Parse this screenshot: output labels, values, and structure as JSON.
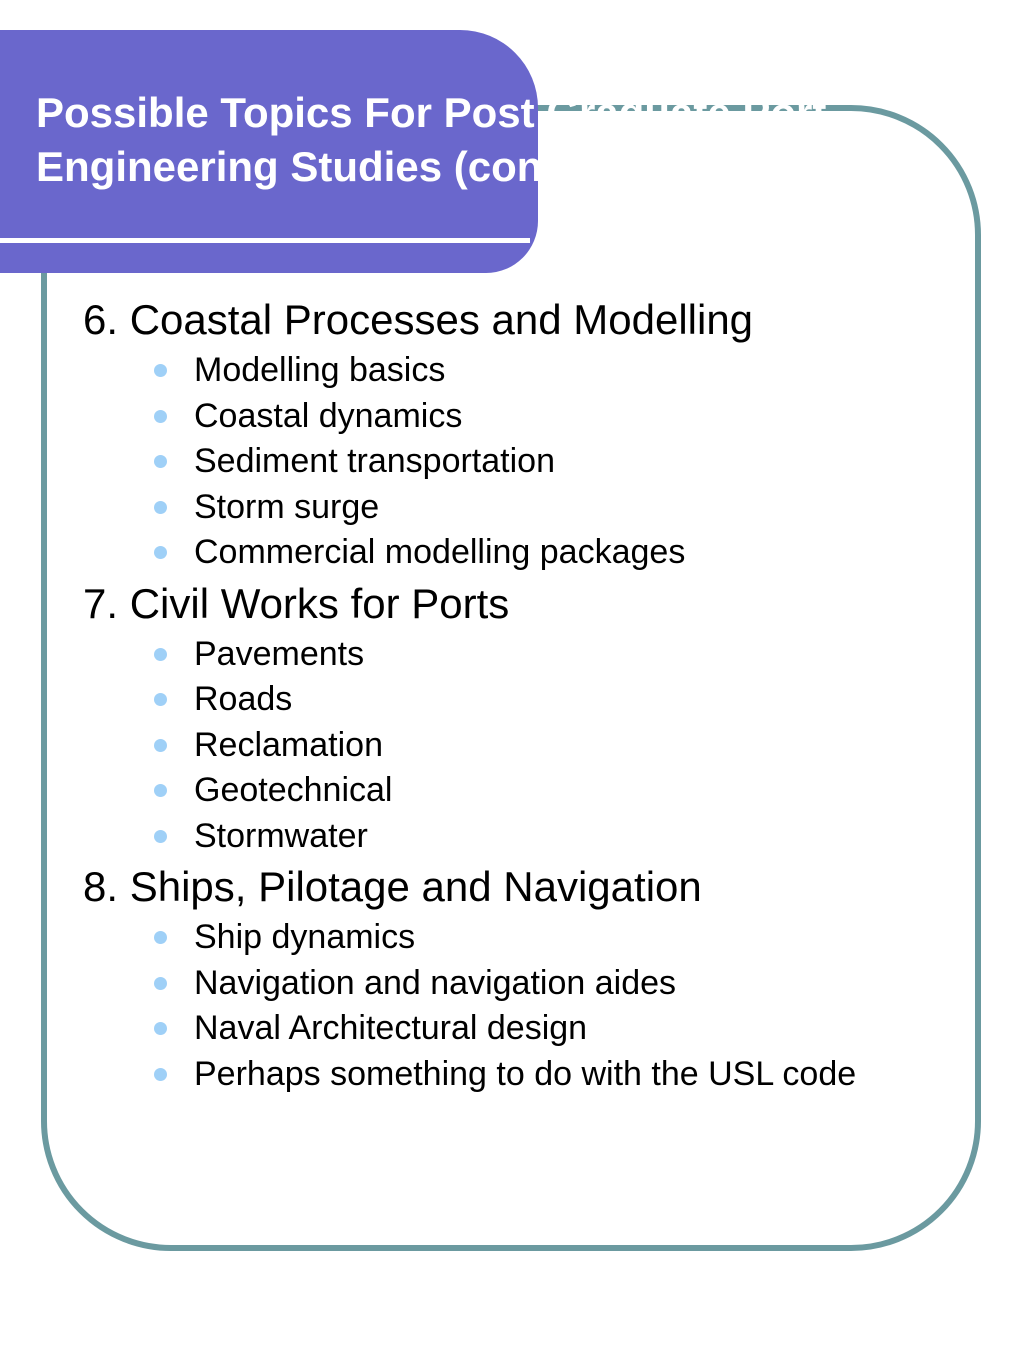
{
  "title": {
    "line1": "Possible Topics For Post Graduate Port",
    "line2": "Engineering Studies (cont)"
  },
  "sections": [
    {
      "heading": "6. Coastal Processes and Modelling",
      "items": [
        "Modelling basics",
        "Coastal dynamics",
        "Sediment transportation",
        "Storm surge",
        "Commercial modelling packages"
      ]
    },
    {
      "heading": "7. Civil Works for Ports",
      "items": [
        "Pavements",
        "Roads",
        "Reclamation",
        "Geotechnical",
        "Stormwater"
      ]
    },
    {
      "heading": "8. Ships, Pilotage and Navigation",
      "items": [
        "Ship dynamics",
        "Navigation and navigation aides",
        "Naval Architectural design",
        "Perhaps something to do with the USL code"
      ]
    }
  ],
  "colors": {
    "title_bar": "#6a67cc",
    "frame_border": "#6b9aa0",
    "bullet": "#9fd0f7",
    "background": "#ffffff"
  }
}
